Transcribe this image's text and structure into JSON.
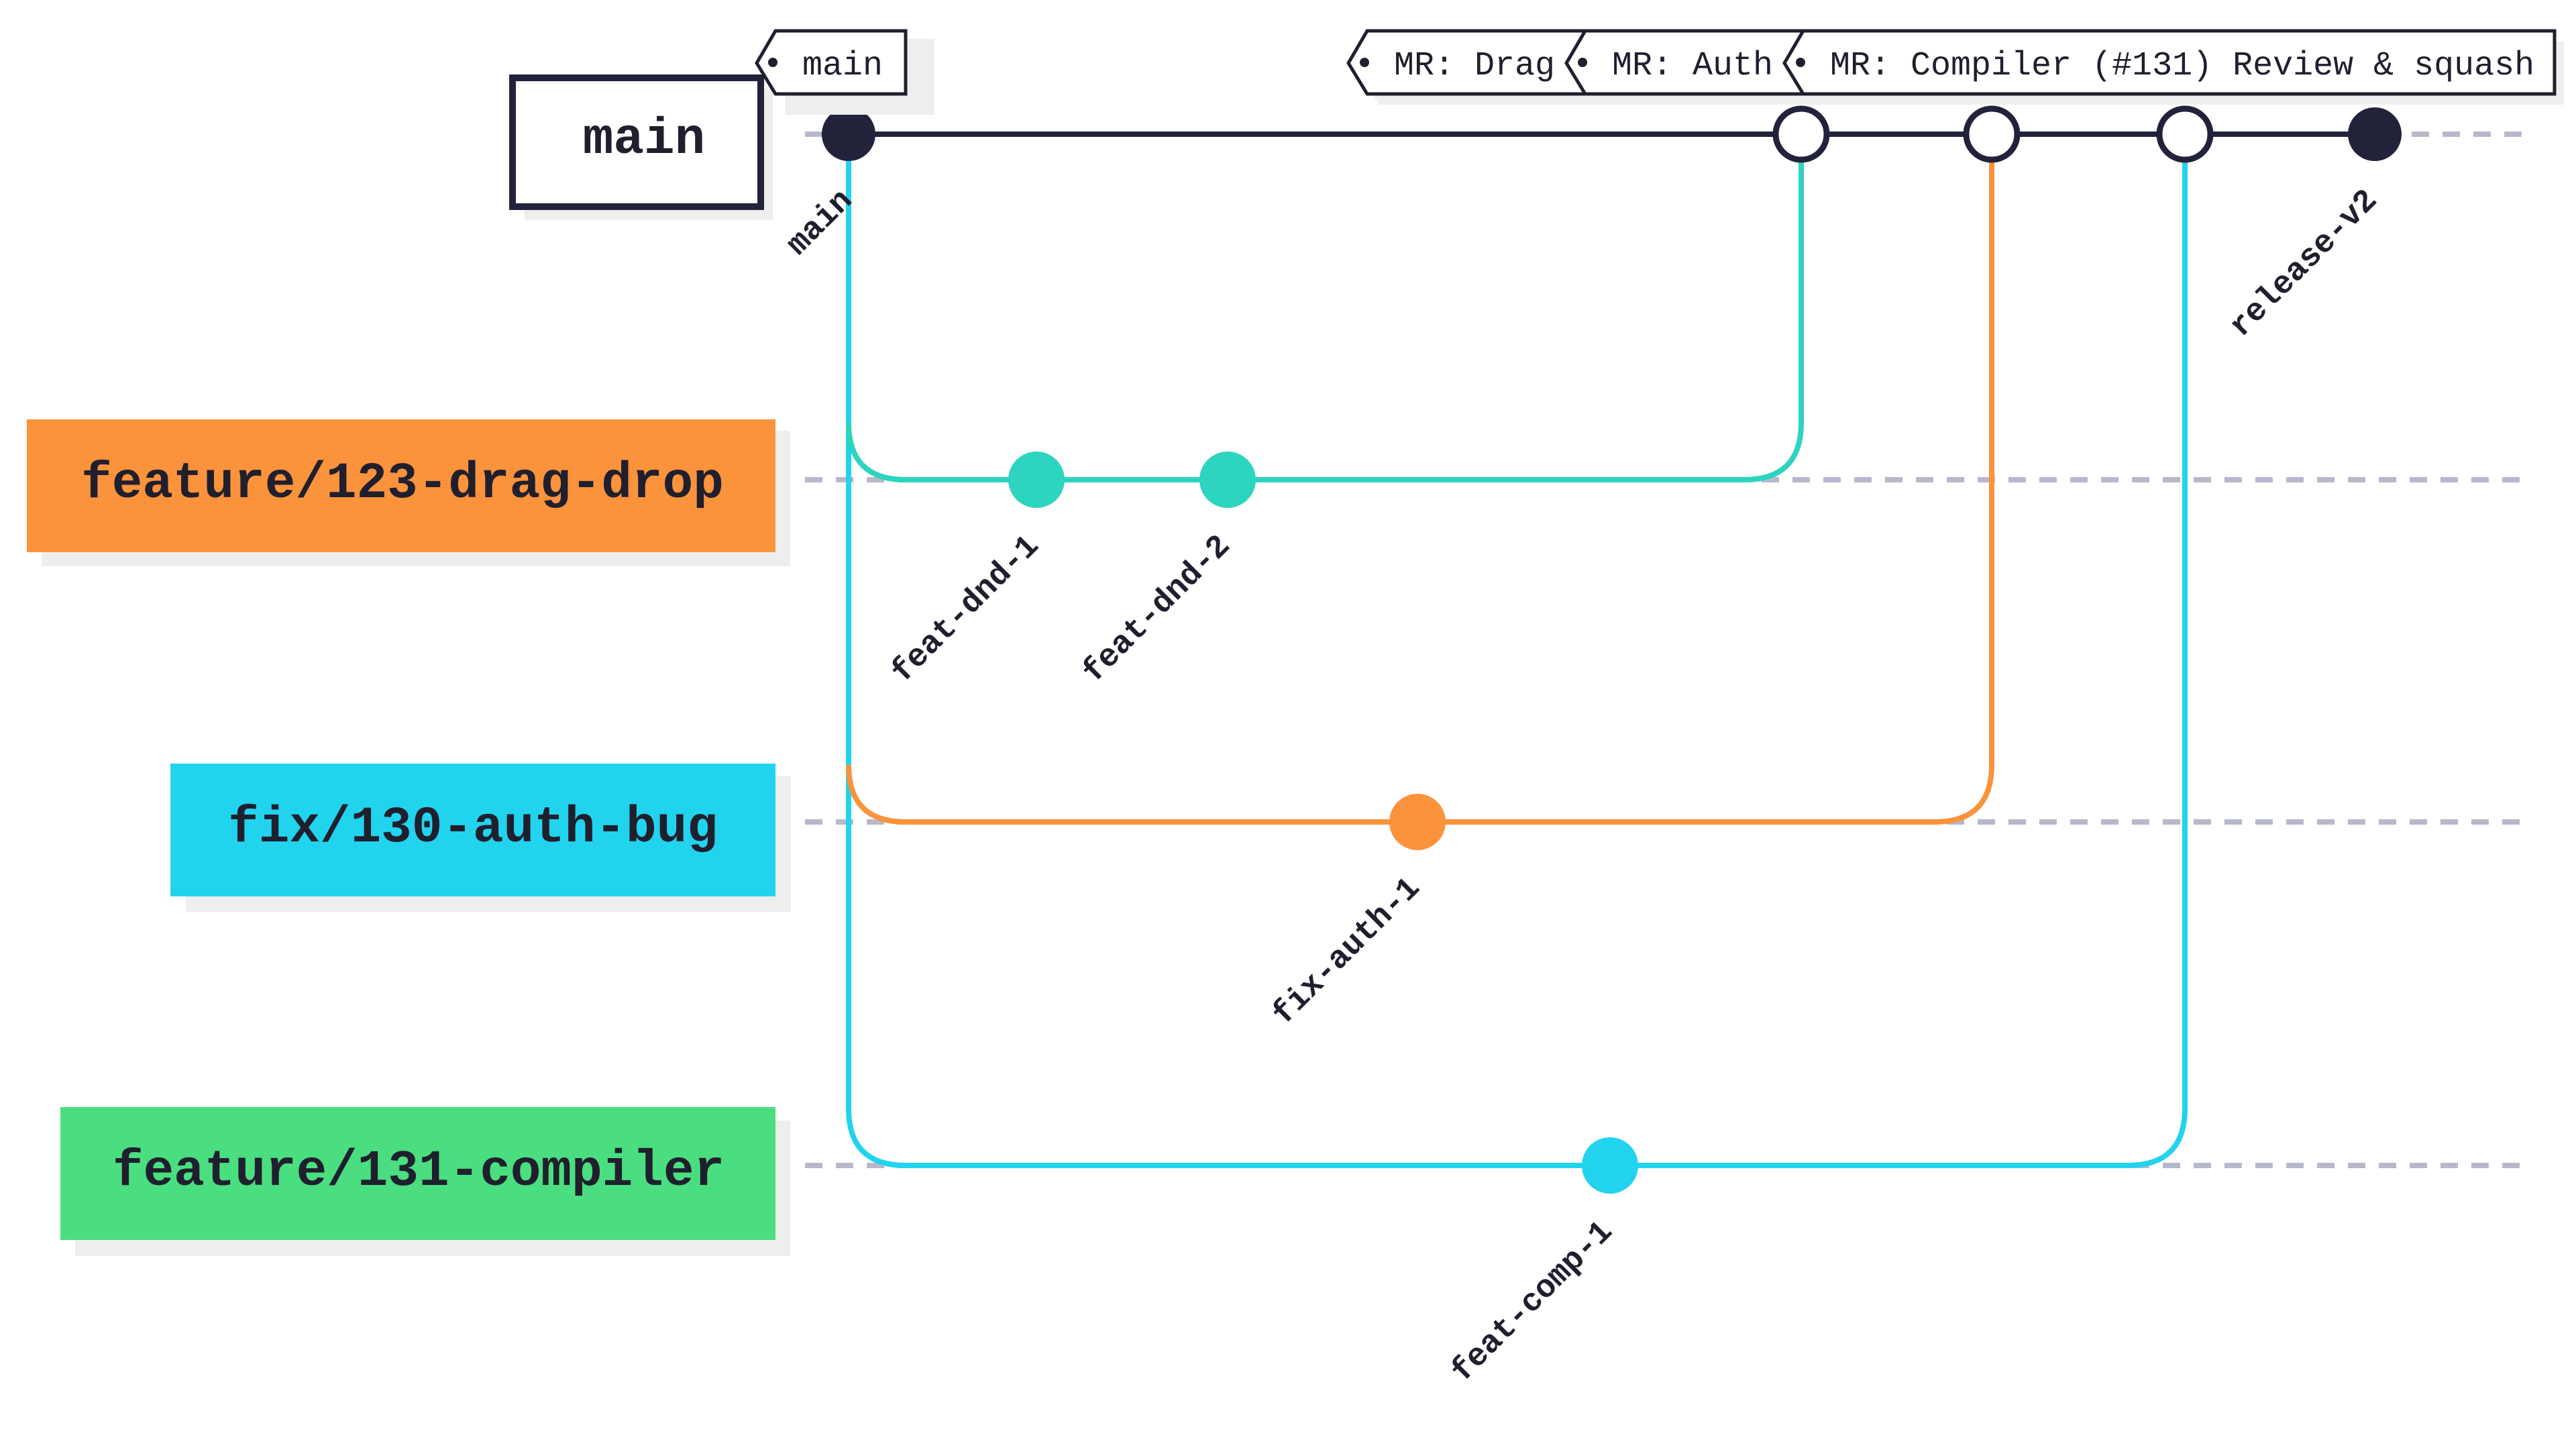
{
  "colors": {
    "main": "#22223b",
    "feature_drag_drop": "#2dd4bf",
    "fix_auth": "#fb923c",
    "feature_compiler": "#22d3ee",
    "compiler_label_bg": "#4ade80",
    "dashed_guide": "#b8b8cc",
    "label_text": "#1f1f2e"
  },
  "branches": {
    "main": {
      "name": "main",
      "color": "#22223b"
    },
    "drag_drop": {
      "name": "feature/123-drag-drop",
      "color": "#fb923c"
    },
    "auth": {
      "name": "fix/130-auth-bug",
      "color": "#22d3ee"
    },
    "compiler": {
      "name": "feature/131-compiler",
      "color": "#4ade80"
    }
  },
  "commits": {
    "main_start": "main",
    "dnd1": "feat-dnd-1",
    "dnd2": "feat-dnd-2",
    "auth1": "fix-auth-1",
    "comp1": "feat-comp-1",
    "release": "release-v2"
  },
  "tags": {
    "main": "main",
    "mr_drag": "MR: Drag",
    "mr_auth": "MR: Auth",
    "mr_compiler": "MR: Compiler (#131) Review & squash"
  }
}
